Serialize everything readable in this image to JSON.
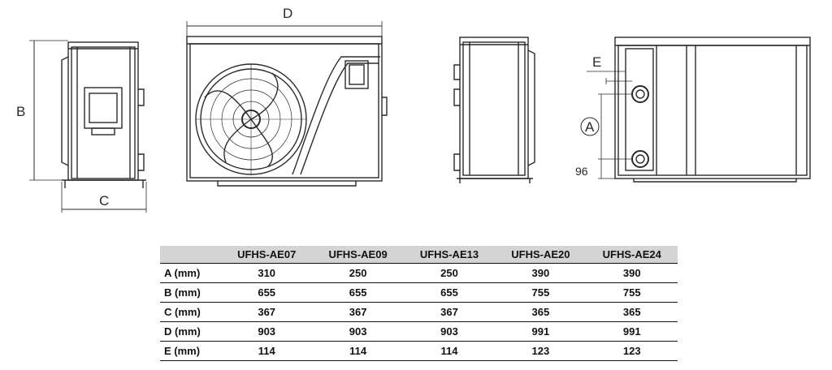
{
  "labels": {
    "a": "A",
    "b": "B",
    "c": "C",
    "d": "D",
    "e": "E",
    "h96": "96"
  },
  "table": {
    "headers": [
      "",
      "UFHS-AE07",
      "UFHS-AE09",
      "UFHS-AE13",
      "UFHS-AE20",
      "UFHS-AE24"
    ],
    "rows": [
      {
        "label": "A (mm)",
        "values": [
          "310",
          "250",
          "250",
          "390",
          "390"
        ]
      },
      {
        "label": "B (mm)",
        "values": [
          "655",
          "655",
          "655",
          "755",
          "755"
        ]
      },
      {
        "label": "C (mm)",
        "values": [
          "367",
          "367",
          "367",
          "365",
          "365"
        ]
      },
      {
        "label": "D (mm)",
        "values": [
          "903",
          "903",
          "903",
          "991",
          "991"
        ]
      },
      {
        "label": "E (mm)",
        "values": [
          "114",
          "114",
          "114",
          "123",
          "123"
        ]
      }
    ]
  },
  "colors": {
    "line": "#2a2a2a",
    "header_bg": "#d4d4d4"
  }
}
